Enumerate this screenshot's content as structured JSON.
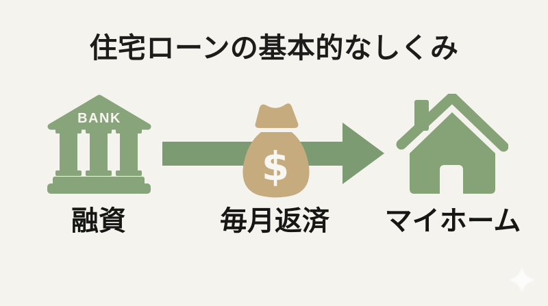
{
  "title": "住宅ローンの基本的なしくみ",
  "diagram": {
    "bank": {
      "sign": "BANK",
      "label": "融資"
    },
    "money": {
      "symbol": "$",
      "label": "毎月返済"
    },
    "home": {
      "label": "マイホーム"
    }
  },
  "colors": {
    "background": "#f4f3ee",
    "bank_green": "#88a47b",
    "arrow_green": "#7d9b72",
    "house_green": "#85a377",
    "bag_tan": "#c5ab7d",
    "icon_text_white": "#f7f6f1",
    "label_text": "#161614",
    "sparkle_white": "#ffffff"
  }
}
